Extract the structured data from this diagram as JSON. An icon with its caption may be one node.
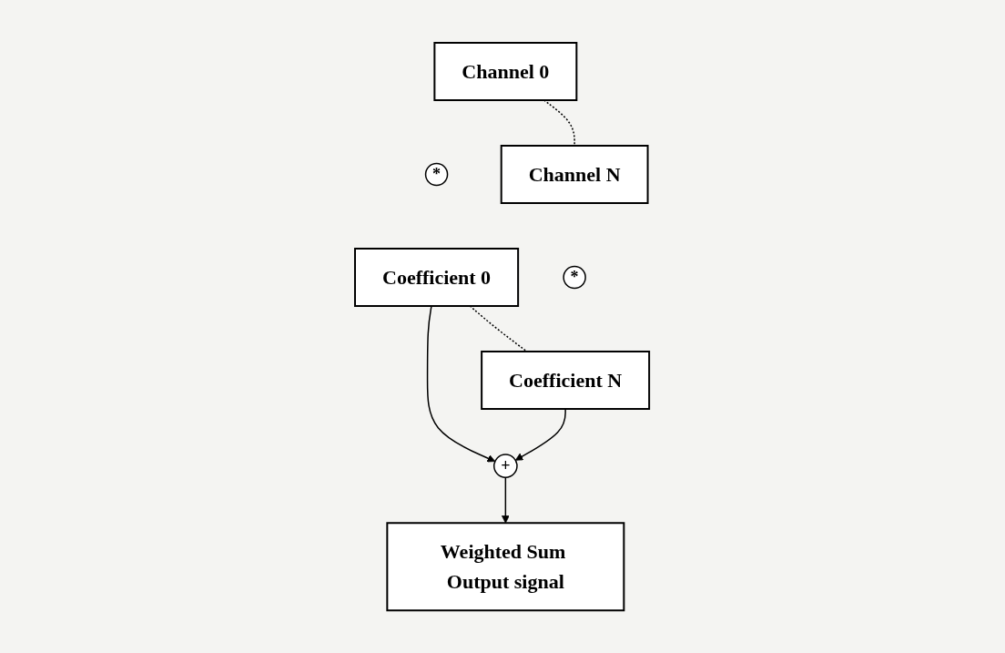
{
  "diagram": {
    "nodes": [
      {
        "text": [
          "Channel 0"
        ]
      },
      {
        "text": [
          "Channel N"
        ]
      },
      {
        "text": [
          "*"
        ]
      },
      {
        "text": [
          "*"
        ]
      },
      {
        "text": [
          "Coefficient 0"
        ]
      },
      {
        "text": [
          "Coefficient N"
        ]
      },
      {
        "text": [
          "+"
        ]
      },
      {
        "text": [
          "Weighted Sum Output signal"
        ]
      }
    ],
    "edges": [
      {
        "from": 0,
        "to": 1,
        "arrow": "none",
        "style": "dashed"
      },
      {
        "from": 4,
        "to": 5,
        "arrow": "none",
        "style": "dashed"
      },
      {
        "from": 4,
        "to": 6,
        "arrow": "to"
      },
      {
        "from": 5,
        "to": 6,
        "arrow": "to"
      },
      {
        "from": 6,
        "to": 7,
        "arrow": "to"
      }
    ]
  }
}
